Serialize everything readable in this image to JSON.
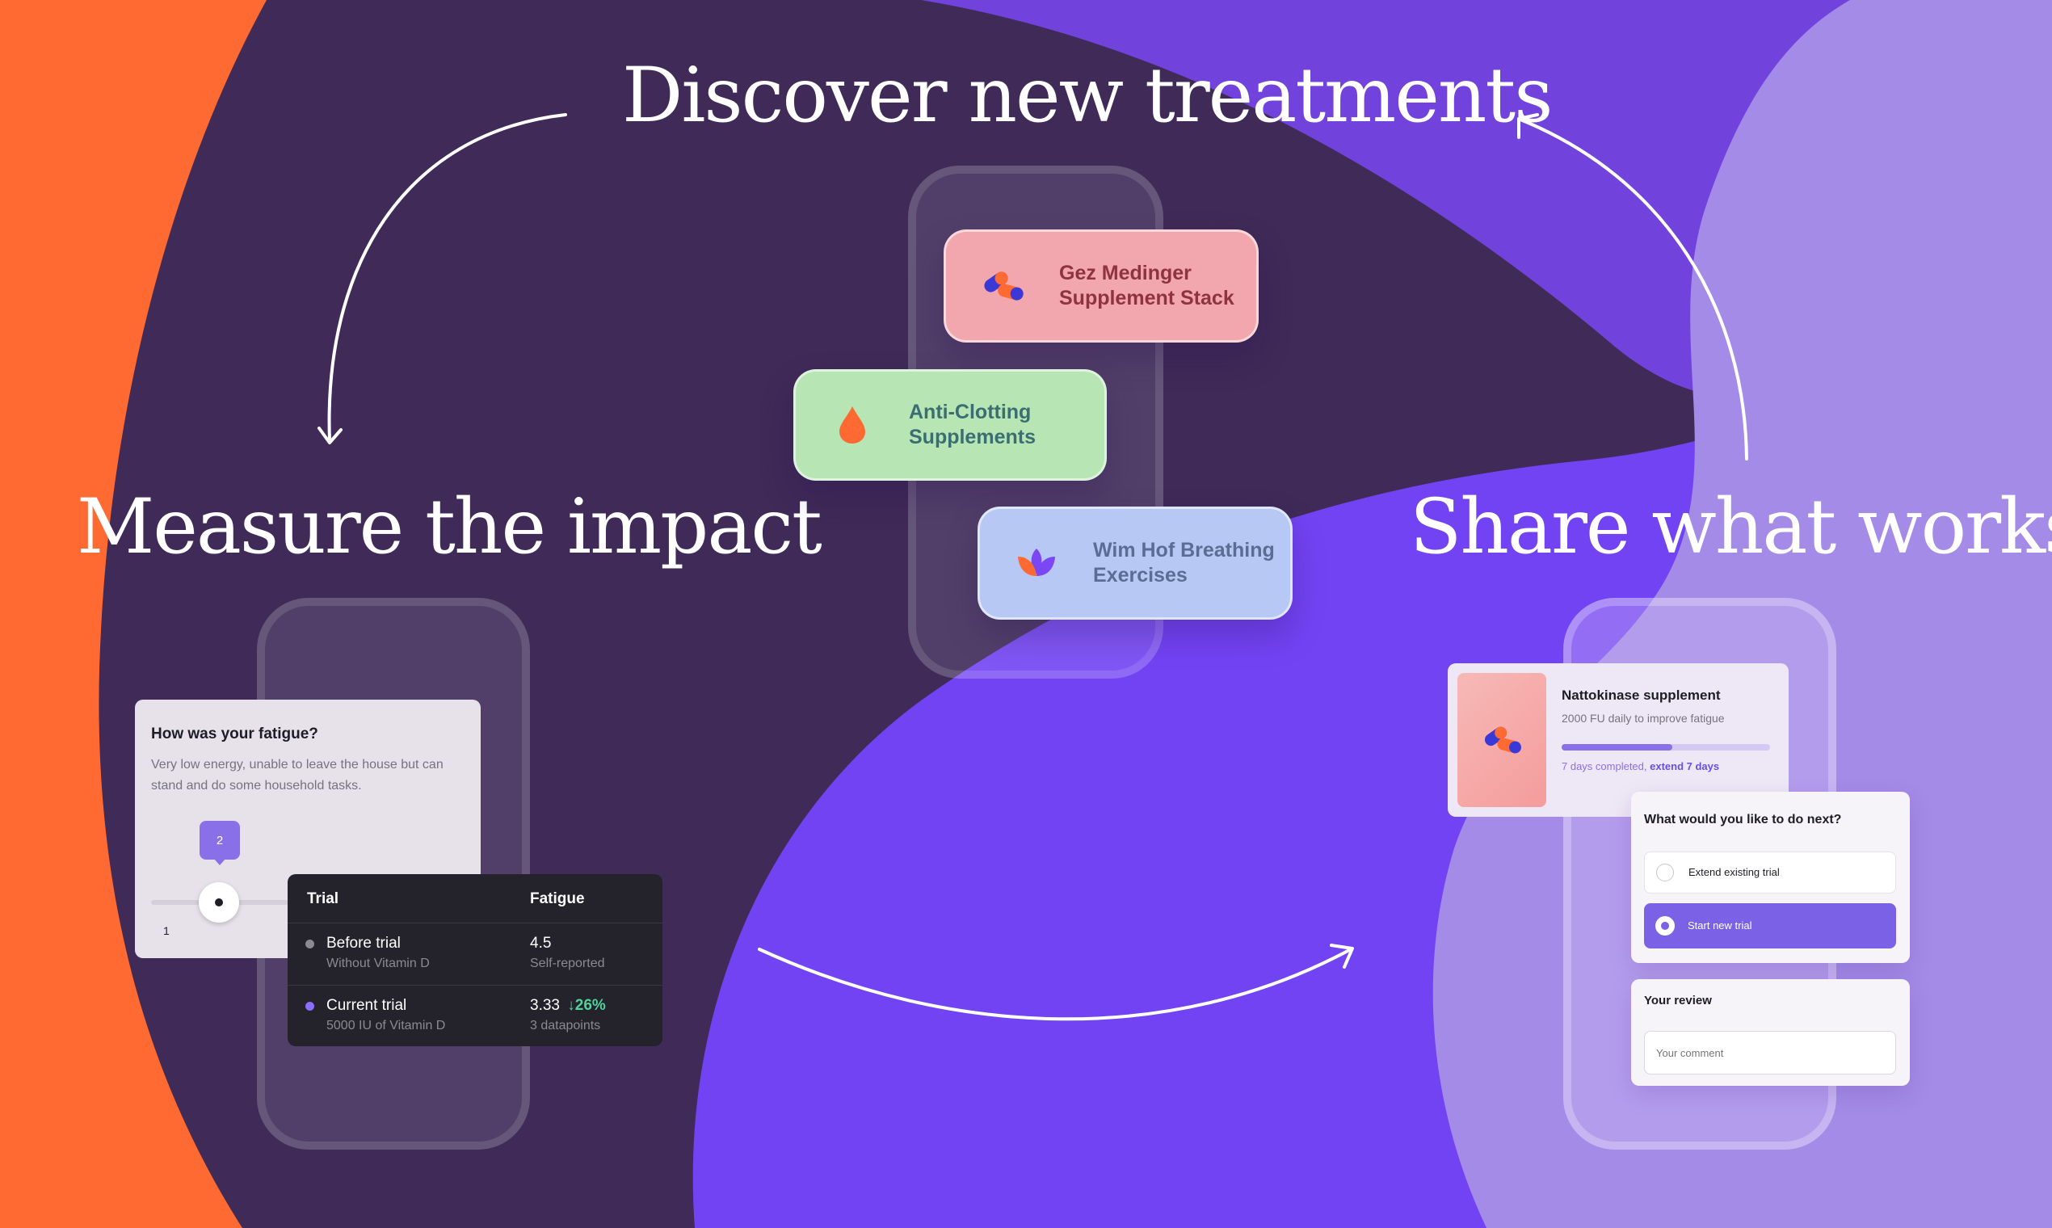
{
  "headlines": {
    "discover": "Discover new treatments",
    "measure": "Measure the impact",
    "share": "Share what works"
  },
  "treatments": [
    {
      "label": "Gez Medinger Supplement Stack",
      "icon": "pill-capsule-icon",
      "color": "#f2a6ae"
    },
    {
      "label": "Anti-Clotting Supplements",
      "icon": "blood-drop-icon",
      "color": "#b7e5b4"
    },
    {
      "label": "Wim Hof Breathing Exercises",
      "icon": "lotus-icon",
      "color": "#b8c8f4"
    }
  ],
  "fatigue": {
    "question": "How was your fatigue?",
    "description": "Very low energy, unable to leave the house but can stand and do some household tasks.",
    "slider_value": "2",
    "slider_min_label": "1"
  },
  "trial_table": {
    "headers": {
      "trial": "Trial",
      "fatigue": "Fatigue"
    },
    "rows": [
      {
        "name": "Before trial",
        "sub": "Without Vitamin D",
        "value": "4.5",
        "value_sub": "Self-reported",
        "dot_color": "#8a8a92"
      },
      {
        "name": "Current trial",
        "sub": "5000 IU of Vitamin D",
        "value": "3.33",
        "change": "↓26%",
        "value_sub": "3 datapoints",
        "dot_color": "#8a6cff"
      }
    ]
  },
  "supplement_card": {
    "title": "Nattokinase supplement",
    "subtitle": "2000 FU daily to improve fatigue",
    "progress": 0.53,
    "progress_text": "7 days completed,",
    "progress_link": "extend 7 days"
  },
  "next_step": {
    "question": "What would you like to do next?",
    "options": [
      {
        "label": "Extend existing trial",
        "selected": false
      },
      {
        "label": "Start new trial",
        "selected": true
      }
    ]
  },
  "review": {
    "title": "Your review",
    "placeholder": "Your comment"
  },
  "colors": {
    "orange": "#ff6a33",
    "dark_purple": "#3f2a58",
    "violet": "#7243f3",
    "lavender": "#a58be8",
    "accent": "#7b61e6",
    "down_green": "#4fd39a"
  }
}
